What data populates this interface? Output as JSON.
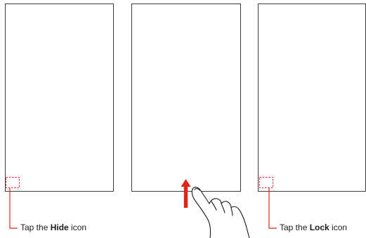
{
  "steps": [
    {
      "caption_prefix": "Tap the ",
      "caption_keyword": "Hide",
      "caption_suffix": " icon"
    },
    {
      "gesture": "swipe-up"
    },
    {
      "caption_prefix": "Tap the ",
      "caption_keyword": "Lock",
      "caption_suffix": " icon"
    }
  ],
  "colors": {
    "accent": "#e2231a",
    "outline": "#3a3a3a",
    "text": "#1a1a1a"
  },
  "icons": [
    "hide-icon-marker",
    "swipe-up-arrow-icon",
    "hand-pointer-icon",
    "lock-icon-marker"
  ]
}
